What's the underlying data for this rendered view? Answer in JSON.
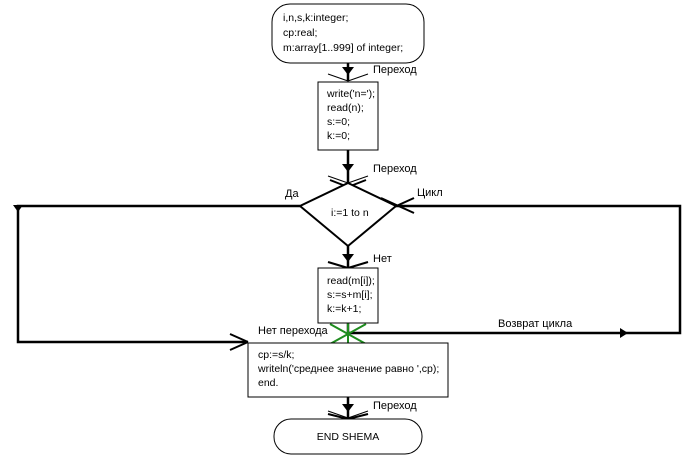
{
  "diagram": {
    "title": "Pascal program flowchart: average value",
    "nodes": {
      "declarations": {
        "shape": "rounded-box",
        "lines": [
          "i,n,s,k:integer;",
          "cp:real;",
          "m:array[1..999] of integer;"
        ]
      },
      "init": {
        "shape": "box",
        "lines": [
          "write('n=');",
          "read(n);",
          "s:=0;",
          "k:=0;"
        ]
      },
      "loop": {
        "shape": "diamond",
        "text": "i:=1 to n"
      },
      "body": {
        "shape": "box",
        "lines": [
          "read(m[i]);",
          "s:=s+m[i];",
          "k:=k+1;"
        ]
      },
      "result": {
        "shape": "box",
        "lines": [
          "cp:=s/k;",
          "writeln('среднее значение равно ',cp);",
          "end."
        ]
      },
      "end": {
        "shape": "rounded-box",
        "text": "END SHEMA"
      }
    },
    "edge_labels": {
      "transition_1": "Переход",
      "transition_2": "Переход",
      "transition_3": "Переход",
      "yes": "Да",
      "cycle": "Цикл",
      "no": "Нет",
      "no_transition": "Нет перехода",
      "loop_return": "Возврат цикла"
    },
    "colors": {
      "line": "#000000",
      "junction": "#1e8c1e",
      "background": "#ffffff"
    }
  }
}
